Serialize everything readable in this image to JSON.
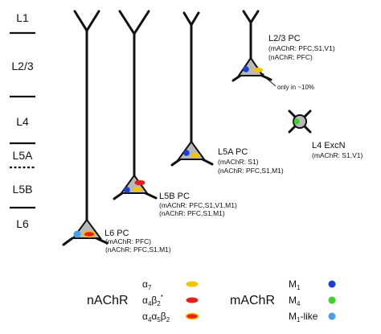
{
  "layers": [
    "L1",
    "L2/3",
    "L4",
    "L5A",
    "L5B",
    "L6"
  ],
  "cells": {
    "l23": {
      "title": "L2/3 PC",
      "lines": [
        "(mAChR: PFC,S1,V1)",
        "(nAChR: PFC)"
      ],
      "note": "only in ~10%"
    },
    "l4": {
      "title": "L4 ExcN",
      "lines": [
        "(mAChR: S1,V1)"
      ]
    },
    "l5a": {
      "title": "L5A PC",
      "lines": [
        "(mAChR: S1)",
        "(nAChR: PFC,S1,M1)"
      ]
    },
    "l5b": {
      "title": "L5B PC",
      "lines": [
        "(mAChR: PFC,S1,V1,M1)",
        "(nAChR: PFC,S1,M1)"
      ]
    },
    "l6": {
      "title": "L6 PC",
      "lines": [
        "(mAChR: PFC)",
        "(nAChR: PFC,S1,M1)"
      ]
    }
  },
  "legend": {
    "nachr_title": "nAChR",
    "machr_title": "mAChR",
    "nachr_items": [
      {
        "sym": "α",
        "sub": "7",
        "color": "#f5c400"
      },
      {
        "sym": "α",
        "sub": "4",
        "sym2": "β",
        "sub2": "2",
        "tail": "*",
        "color": "#e8201b"
      },
      {
        "sym": "α",
        "sub": "4",
        "sym2": "α",
        "sub2": "5",
        "sym3": "β",
        "sub3": "2",
        "color": "#e8201b",
        "ring": "#f5c400"
      }
    ],
    "machr_items": [
      {
        "sym": "M",
        "sub": "1",
        "color": "#1d3fd1"
      },
      {
        "sym": "M",
        "sub": "4",
        "color": "#3fcf2a"
      },
      {
        "sym": "M",
        "sub": "1",
        "tail": "-like",
        "color": "#4a9ee3"
      }
    ]
  },
  "colors": {
    "soma": "#b9b9b9",
    "line": "#111111"
  }
}
